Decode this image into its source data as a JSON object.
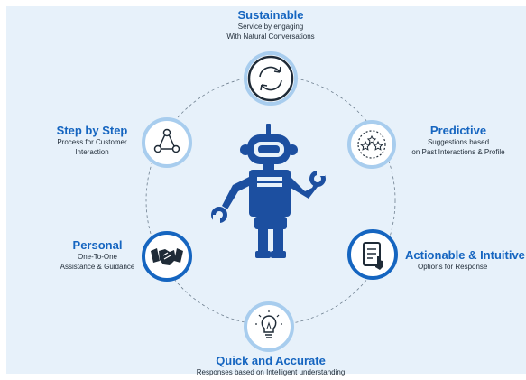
{
  "colors": {
    "background": "#e7f1fa",
    "accent": "#1565c0",
    "ring": "#a8cdee",
    "robot": "#1c4fa0",
    "icon_stroke": "#1f2b37"
  },
  "center": {
    "icon": "robot-icon"
  },
  "nodes": [
    {
      "id": "sustainable",
      "title": "Sustainable",
      "line1": "Service by engaging",
      "line2": "With Natural Conversations",
      "icon": "refresh-cycle-icon"
    },
    {
      "id": "predictive",
      "title": "Predictive",
      "line1": "Suggestions based",
      "line2": "on Past Interactions & Profile",
      "icon": "stars-cycle-icon"
    },
    {
      "id": "actionable",
      "title": "Actionable & Intuitive",
      "line1": "Options for Response",
      "line2": "",
      "icon": "tablet-touch-icon"
    },
    {
      "id": "quick",
      "title": "Quick and Accurate",
      "line1": "Responses based on Intelligent understanding",
      "line2": "",
      "icon": "lightbulb-icon"
    },
    {
      "id": "personal",
      "title": "Personal",
      "line1": "One-To-One",
      "line2": "Assistance & Guidance",
      "icon": "handshake-icon"
    },
    {
      "id": "step",
      "title": "Step by Step",
      "line1": "Process for Customer",
      "line2": "Interaction",
      "icon": "process-triangle-icon"
    }
  ]
}
